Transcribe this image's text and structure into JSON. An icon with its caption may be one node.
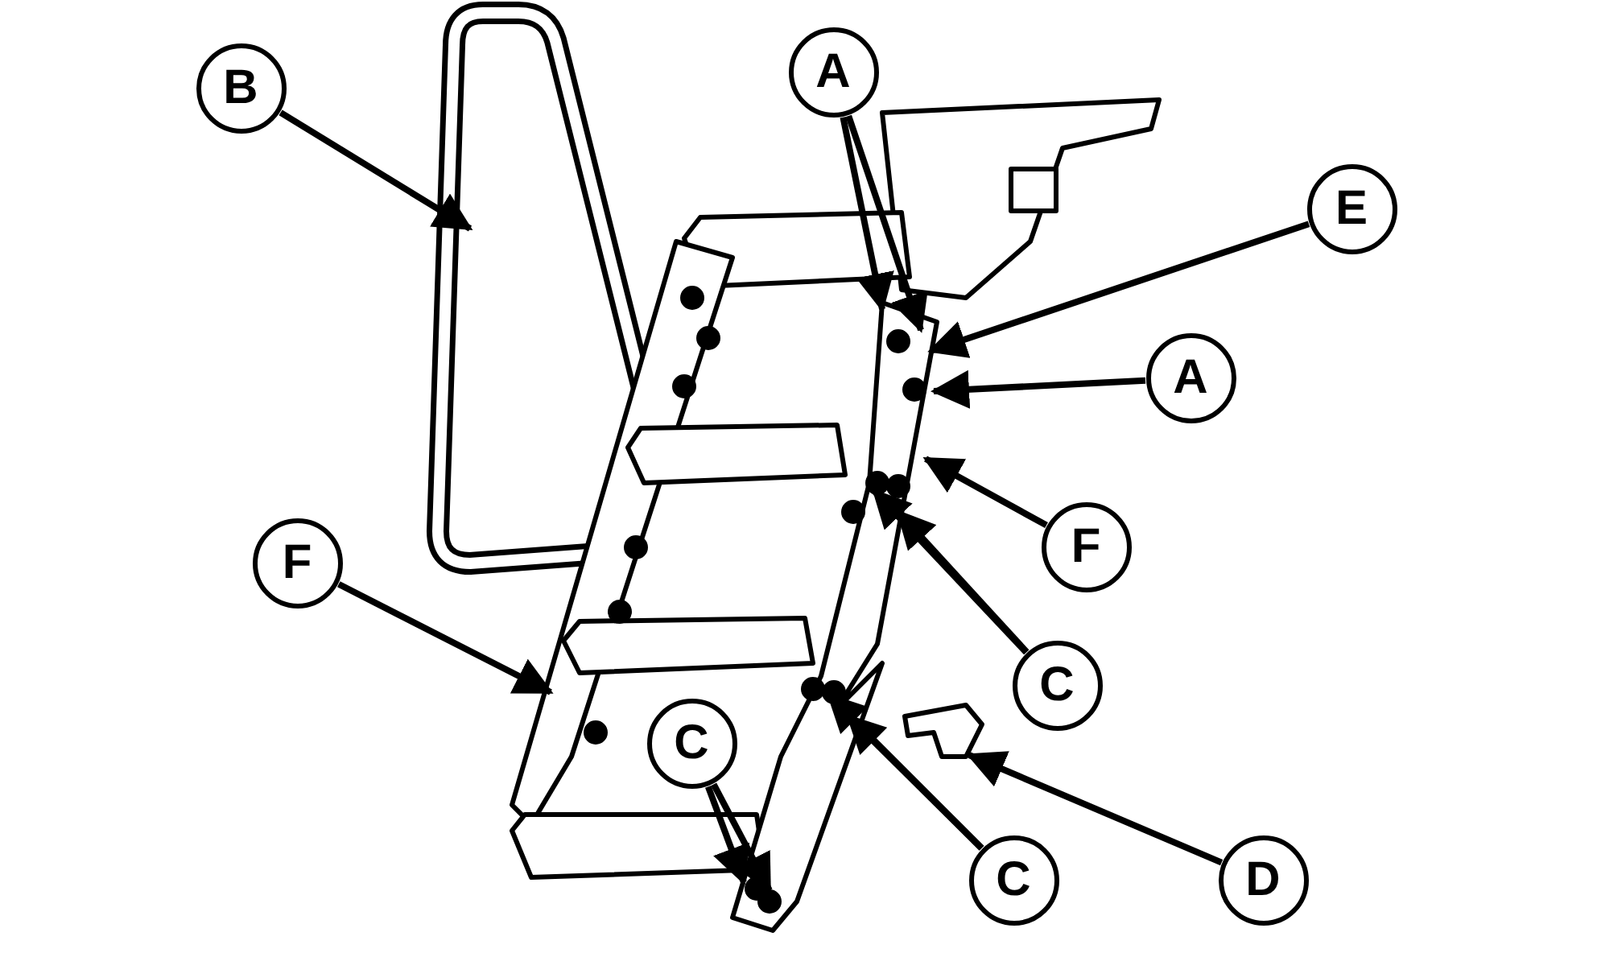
{
  "diagram": {
    "nodes": [
      {
        "text": [
          "A"
        ]
      },
      {
        "text": [
          "B"
        ]
      },
      {
        "text": [
          "E"
        ]
      },
      {
        "text": [
          "A"
        ]
      },
      {
        "text": [
          "F"
        ]
      },
      {
        "text": [
          "F"
        ]
      },
      {
        "text": [
          "C"
        ]
      },
      {
        "text": [
          "C"
        ]
      },
      {
        "text": [
          "C"
        ]
      },
      {
        "text": [
          "D"
        ]
      },
      {
        "text": [],
        "shape": "picture"
      }
    ],
    "edges": [
      {
        "from": 0,
        "to": null,
        "arrow": "to"
      },
      {
        "from": 0,
        "to": null,
        "arrow": "to"
      },
      {
        "from": 1,
        "to": null,
        "arrow": "to"
      },
      {
        "from": 2,
        "to": null,
        "arrow": "to"
      },
      {
        "from": 3,
        "to": null,
        "arrow": "to"
      },
      {
        "from": 4,
        "to": null,
        "arrow": "to"
      },
      {
        "from": 5,
        "to": null,
        "arrow": "to"
      },
      {
        "from": 6,
        "to": null,
        "arrow": "to"
      },
      {
        "from": 6,
        "to": null,
        "arrow": "to"
      },
      {
        "from": 7,
        "to": null,
        "arrow": "to"
      },
      {
        "from": 7,
        "to": null,
        "arrow": "to"
      },
      {
        "from": 8,
        "to": null,
        "arrow": "to"
      },
      {
        "from": 8,
        "to": null,
        "arrow": "to"
      },
      {
        "from": 9,
        "to": 10,
        "arrow": "to"
      }
    ]
  }
}
